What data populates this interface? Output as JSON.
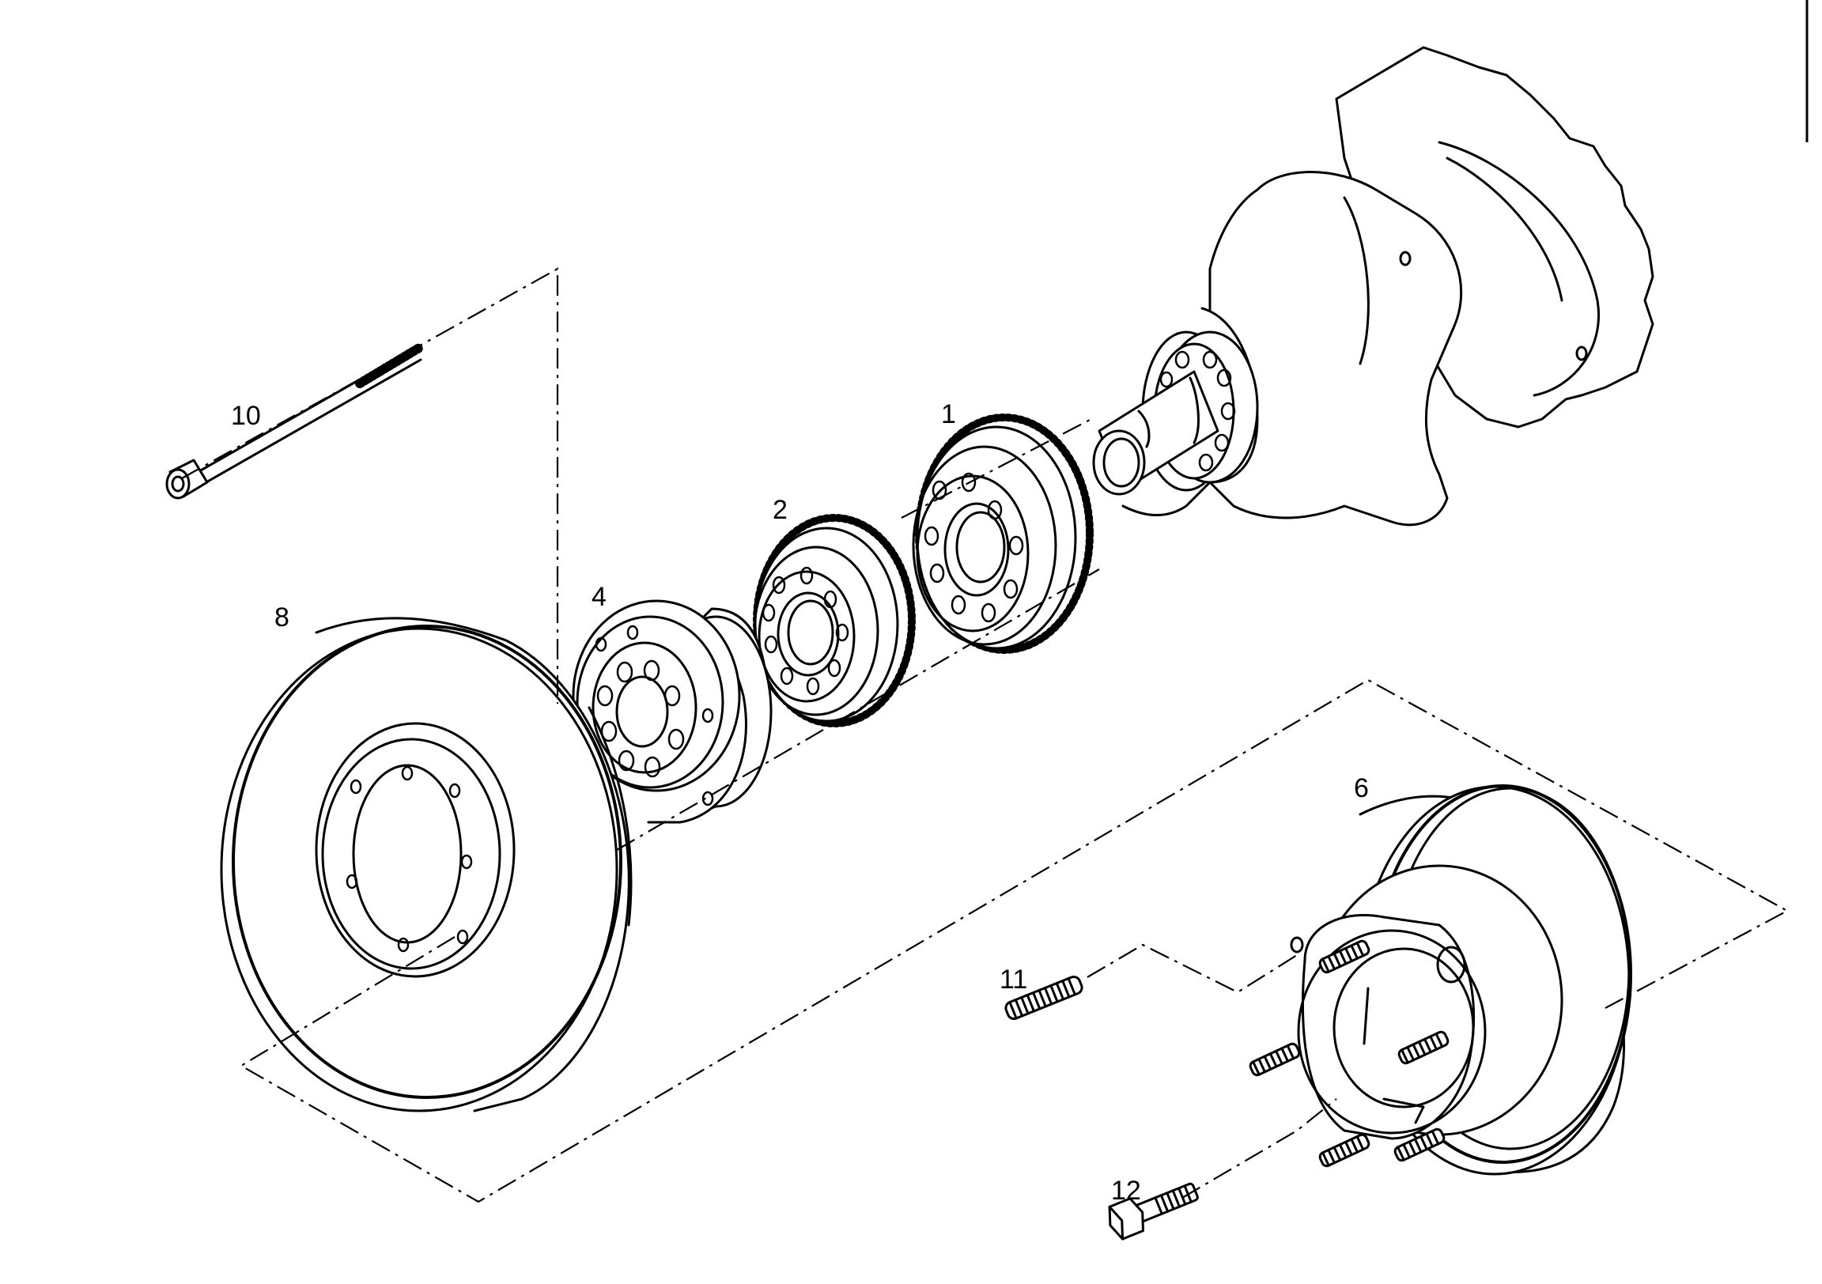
{
  "callouts": {
    "part_1": "1",
    "part_2": "2",
    "part_4": "4",
    "part_6": "6",
    "part_8": "8",
    "part_10": "10",
    "part_11": "11",
    "part_12": "12"
  },
  "colors": {
    "ink": "#000000",
    "paper": "#ffffff"
  }
}
